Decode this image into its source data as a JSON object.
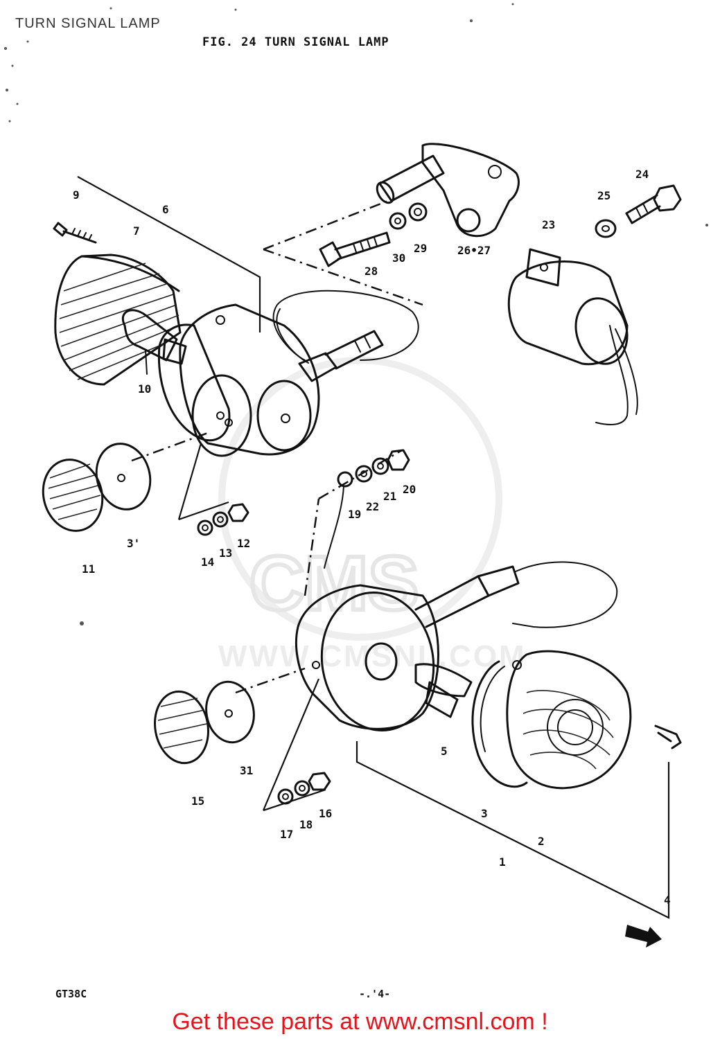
{
  "corner_title": "TURN SIGNAL LAMP",
  "figure_title": "FIG. 24   TURN SIGNAL LAMP",
  "model_code": "GT38C",
  "page_number": "-.'4-",
  "watermark_url": "WWW.CMSNL.COM",
  "watermark_logo": "CMS",
  "promo_text": "Get these parts at www.cmsnl.com !",
  "promo_color": "#e8121a",
  "callouts": {
    "c1": "1",
    "c2": "2",
    "c3": "3",
    "c4": "4",
    "c5": "5",
    "c6": "6",
    "c7": "7",
    "c9": "9",
    "c10": "10",
    "c11": "11",
    "c12": "12",
    "c13": "13",
    "c14": "14",
    "c15": "15",
    "c16": "16",
    "c17": "17",
    "c18": "18",
    "c19": "19",
    "c20": "20",
    "c21": "21",
    "c22": "22",
    "c23": "23",
    "c24": "24",
    "c25": "25",
    "c2627": "26•27",
    "c28": "28",
    "c29": "29",
    "c30": "30",
    "c31a": "3'",
    "c31b": "31"
  }
}
